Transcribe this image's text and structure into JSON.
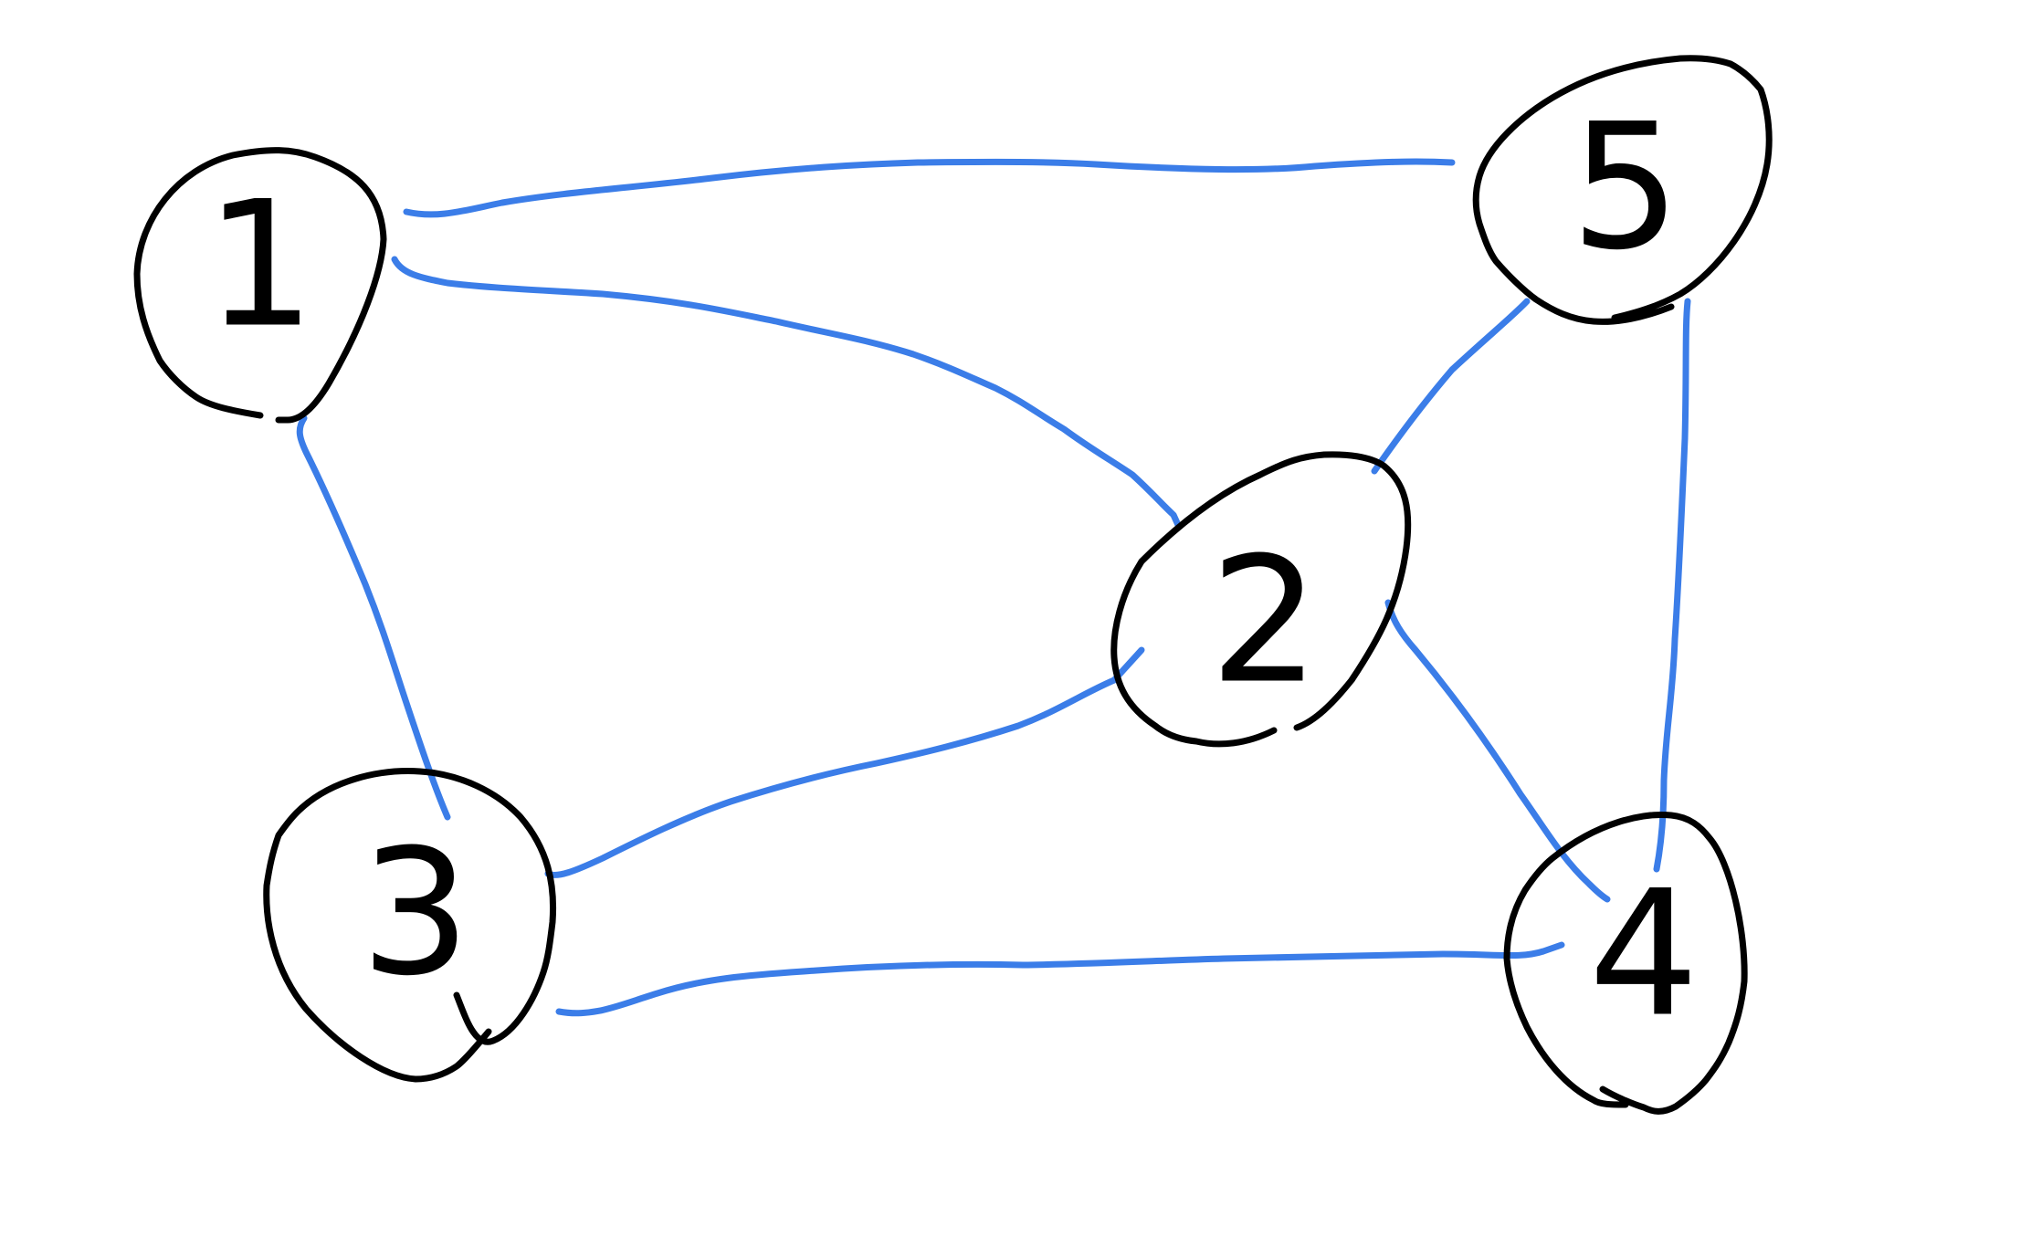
{
  "colors": {
    "background": "#ffffff",
    "node_stroke": "#000000",
    "edge_stroke": "#3b7de8"
  },
  "nodes": [
    {
      "id": "1",
      "label": "1"
    },
    {
      "id": "2",
      "label": "2"
    },
    {
      "id": "3",
      "label": "3"
    },
    {
      "id": "4",
      "label": "4"
    },
    {
      "id": "5",
      "label": "5"
    }
  ],
  "edges": [
    {
      "from": "1",
      "to": "5"
    },
    {
      "from": "1",
      "to": "2"
    },
    {
      "from": "1",
      "to": "3"
    },
    {
      "from": "2",
      "to": "5"
    },
    {
      "from": "2",
      "to": "3"
    },
    {
      "from": "2",
      "to": "4"
    },
    {
      "from": "3",
      "to": "4"
    },
    {
      "from": "4",
      "to": "5"
    }
  ]
}
